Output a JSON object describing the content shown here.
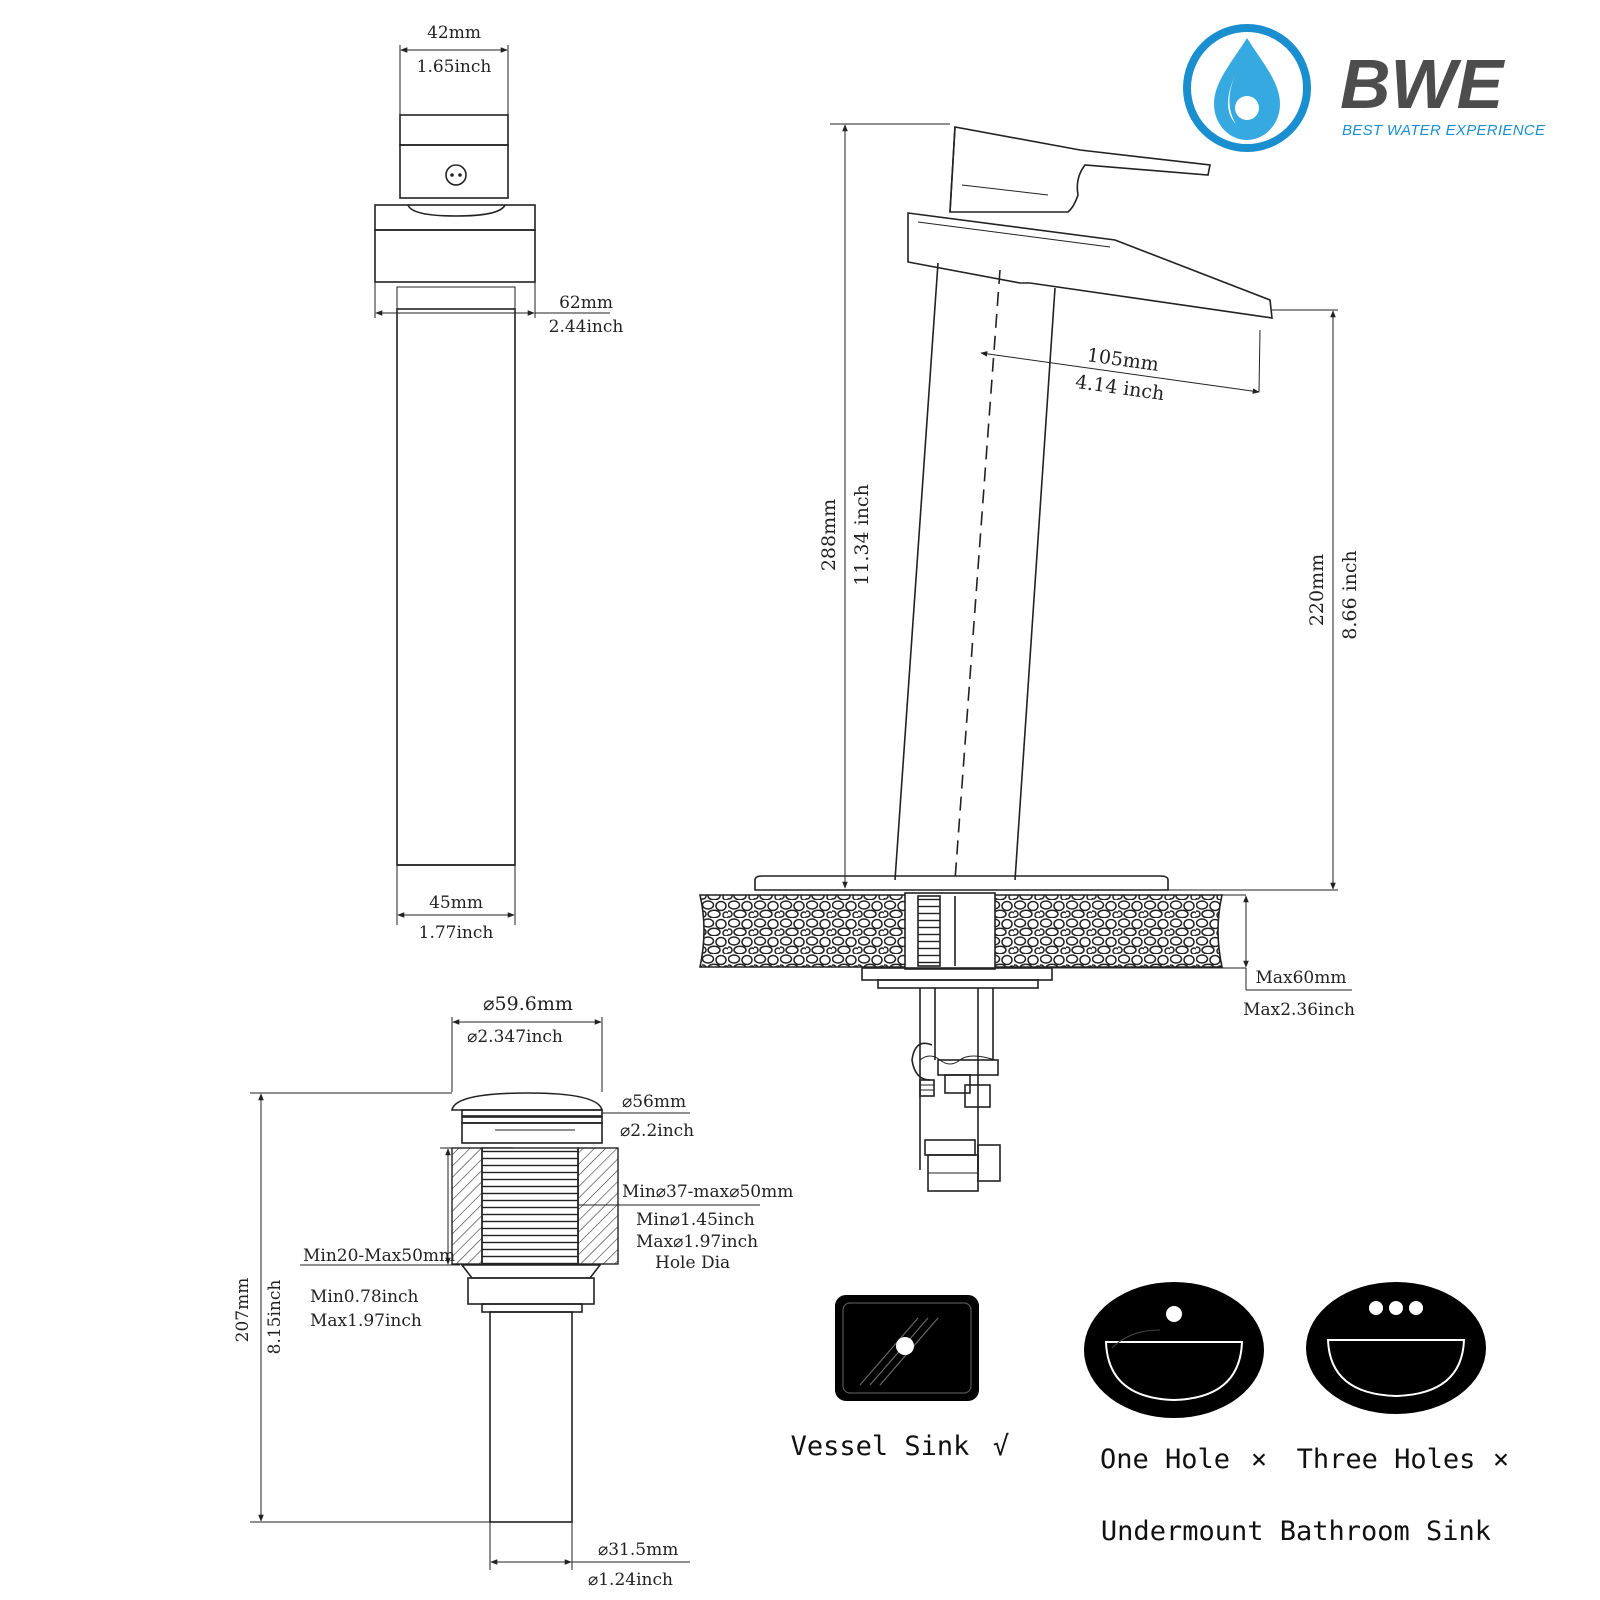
{
  "brand": {
    "name": "BWE",
    "tagline": "BEST WATER EXPERIENCE",
    "ring_color": "#1a8fd0",
    "drop_color": "#36a9e1",
    "text_color": "#4d4d4d"
  },
  "front_view": {
    "handle_width": {
      "mm": "42mm",
      "inch": "1.65inch"
    },
    "body_width": {
      "mm": "62mm",
      "inch": "2.44inch"
    },
    "base_width": {
      "mm": "45mm",
      "inch": "1.77inch"
    }
  },
  "side_view": {
    "spout_reach": {
      "mm": "105mm",
      "inch": "4.14 inch"
    },
    "total_height": {
      "mm": "288mm",
      "inch": "11.34 inch"
    },
    "spout_height": {
      "mm": "220mm",
      "inch": "8.66 inch"
    },
    "deck_thickness": {
      "mm": "Max60mm",
      "inch": "Max2.36inch"
    }
  },
  "drain": {
    "cap_diameter": {
      "mm": "⌀59.6mm",
      "inch": "⌀2.347inch"
    },
    "flange_diameter": {
      "mm": "⌀56mm",
      "inch": "⌀2.2inch"
    },
    "hole_diameter": {
      "mm": "Min⌀37-max⌀50mm",
      "inch_min": "Min⌀1.45inch",
      "inch_max": "Max⌀1.97inch",
      "label": "Hole Dia"
    },
    "counter_thickness": {
      "mm": "Min20-Max50mm",
      "inch_min": "Min0.78inch",
      "inch_max": "Max1.97inch"
    },
    "total_length": {
      "mm": "207mm",
      "inch": "8.15inch"
    },
    "tail_diameter": {
      "mm": "⌀31.5mm",
      "inch": "⌀1.24inch"
    }
  },
  "compatibility": {
    "vessel": {
      "label": "Vessel Sink",
      "mark": "√"
    },
    "one_hole": {
      "label": "One Hole",
      "mark": "×"
    },
    "three_holes": {
      "label": "Three Holes",
      "mark": "×"
    },
    "caption": "Undermount Bathroom Sink"
  }
}
